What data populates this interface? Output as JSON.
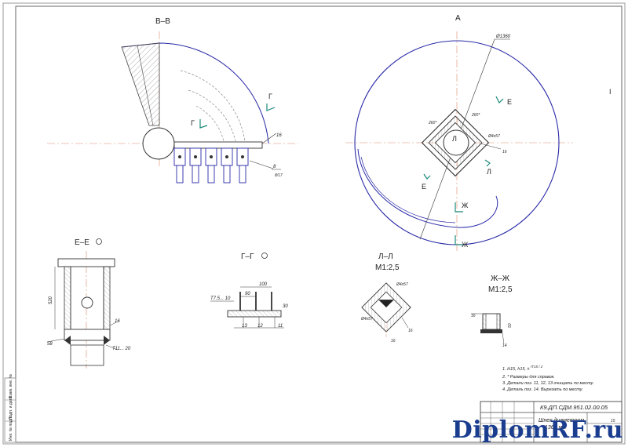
{
  "sections": {
    "vv_title": "В–В",
    "a_title": "А",
    "ee_title": "Е–Е",
    "gg_title": "Г–Г",
    "ll_title": "Л–Л",
    "ll_scale": "М1:2,5",
    "zhzh_title": "Ж–Ж",
    "zhzh_scale": "М1:2,5"
  },
  "view_vv": {
    "mark_g1": "Г",
    "mark_g2": "Г",
    "item_16": "16",
    "item_8": "8",
    "item_8_sub": "8/17"
  },
  "view_a": {
    "dia": "Ø1360",
    "mark_e1": "Е",
    "mark_e2": "Е",
    "mark_l1": "Л",
    "mark_l2": "Л",
    "mark_zh1": "Ж",
    "mark_zh2": "Ж",
    "dim_sq1": "260*",
    "dim_sq2": "260*",
    "dim_small": "Ø4x57",
    "item_16": "16",
    "roman": "I"
  },
  "view_ee": {
    "dim_520": "520",
    "item_16": "16",
    "item_58": "58",
    "tol": "T11... 20"
  },
  "view_gg": {
    "dim_100": "100",
    "dim_90": "90",
    "tol": "T7.5... 10",
    "dim_30": "30",
    "item_13": "13",
    "item_12": "12",
    "item_11": "11"
  },
  "view_ll": {
    "dim_a": "Ø4x57",
    "dim_b": "Ø4x57",
    "item_16a": "16",
    "item_16b": "16"
  },
  "view_zhzh": {
    "item_16": "16",
    "item_14": "14",
    "dim_v": "50"
  },
  "notes": {
    "line1": "1. H15, h15, ±",
    "line1_frac": "IT15 / 2",
    "line2": "2. * Размеры для справок.",
    "line3": "3. Детали поз. 11, 12, 13 очищать по месту.",
    "line4": "4. Деталь поз. 14. Вырезать по месту."
  },
  "title_block": {
    "code": "К9.ДП.СДМ.951.02.00.05",
    "name_line1": "Шнек диаметром",
    "name_line2": "1360 мм",
    "sheet_no": "15"
  },
  "side_stamp": {
    "col1": "Инв. № подл.",
    "col2": "Подп. и дата",
    "col3": "Взам. инв. №"
  },
  "watermark": "DiplomRF.ru",
  "colors": {
    "outline": "#2a2aa8",
    "frame": "#8a8a8a",
    "watermark": "#1a3d8f"
  }
}
